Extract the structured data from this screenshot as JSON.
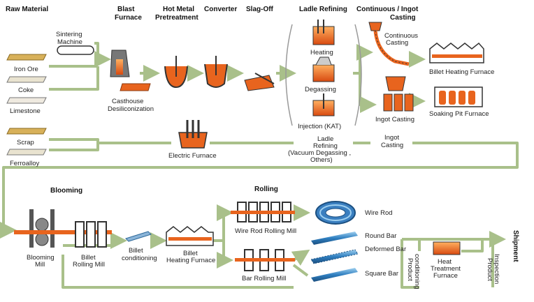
{
  "headers": {
    "raw_material": "Raw Material",
    "blast_furnace": [
      "Blast",
      "Furnace"
    ],
    "hot_metal": [
      "Hot Metal",
      "Pretreatment"
    ],
    "converter": "Converter",
    "slag_off": "Slag-Off",
    "ladle_refining": "Ladle Refining",
    "continuous_ingot": [
      "Continuous / Ingot",
      "Casting"
    ],
    "blooming": "Blooming",
    "rolling": "Rolling",
    "shipment": "Shipment"
  },
  "labels": {
    "sintering": [
      "Sintering",
      "Machine"
    ],
    "iron_ore": "Iron Ore",
    "coke": "Coke",
    "limestone": "Limestone",
    "scrap": "Scrap",
    "ferroalloy": "Ferroalloy",
    "casthouse": [
      "Casthouse",
      "Desiliconization"
    ],
    "heating": "Heating",
    "degassing": "Degassing",
    "injection": "Injection (KAT)",
    "continuous_casting": [
      "Continuous",
      "Casting"
    ],
    "billet_heating_furnace": "Billet Heating Furnace",
    "ingot_casting": "Ingot Casting",
    "soaking_pit": "Soaking Pit Furnace",
    "electric_furnace": "Electric Furnace",
    "ladle_refining_vac": [
      "Ladle",
      "Refining",
      "(Vacuum Degassing ,",
      "Others)"
    ],
    "ingot_casting2": [
      "Ingot",
      "Casting"
    ],
    "blooming_mill": [
      "Blooming",
      "Mill"
    ],
    "billet_rolling_mill": [
      "Billet",
      "Rolling Mill"
    ],
    "billet_conditioning": [
      "Billet",
      "conditioning"
    ],
    "billet_heating_furnace2": [
      "Billet",
      "Heating Furnace"
    ],
    "wire_rod_rolling_mill": "Wire Rod Rolling Mill",
    "bar_rolling_mill": "Bar Rolling Mill",
    "wire_rod": "Wire Rod",
    "round_bar": "Round Bar",
    "deformed_bar": "Deformed Bar",
    "square_bar": "Square Bar",
    "product_conditioning": [
      "Product",
      "conditioning"
    ],
    "heat_treatment": [
      "Heat",
      "Treatment",
      "Furnace"
    ],
    "product_inspection": [
      "Product",
      "Inspection"
    ]
  },
  "colors": {
    "flow": "#a9c08a",
    "molten": "#e8641e",
    "steel": "#555555",
    "pipe": "#2f7fc0",
    "raw": "#d8b15a"
  }
}
